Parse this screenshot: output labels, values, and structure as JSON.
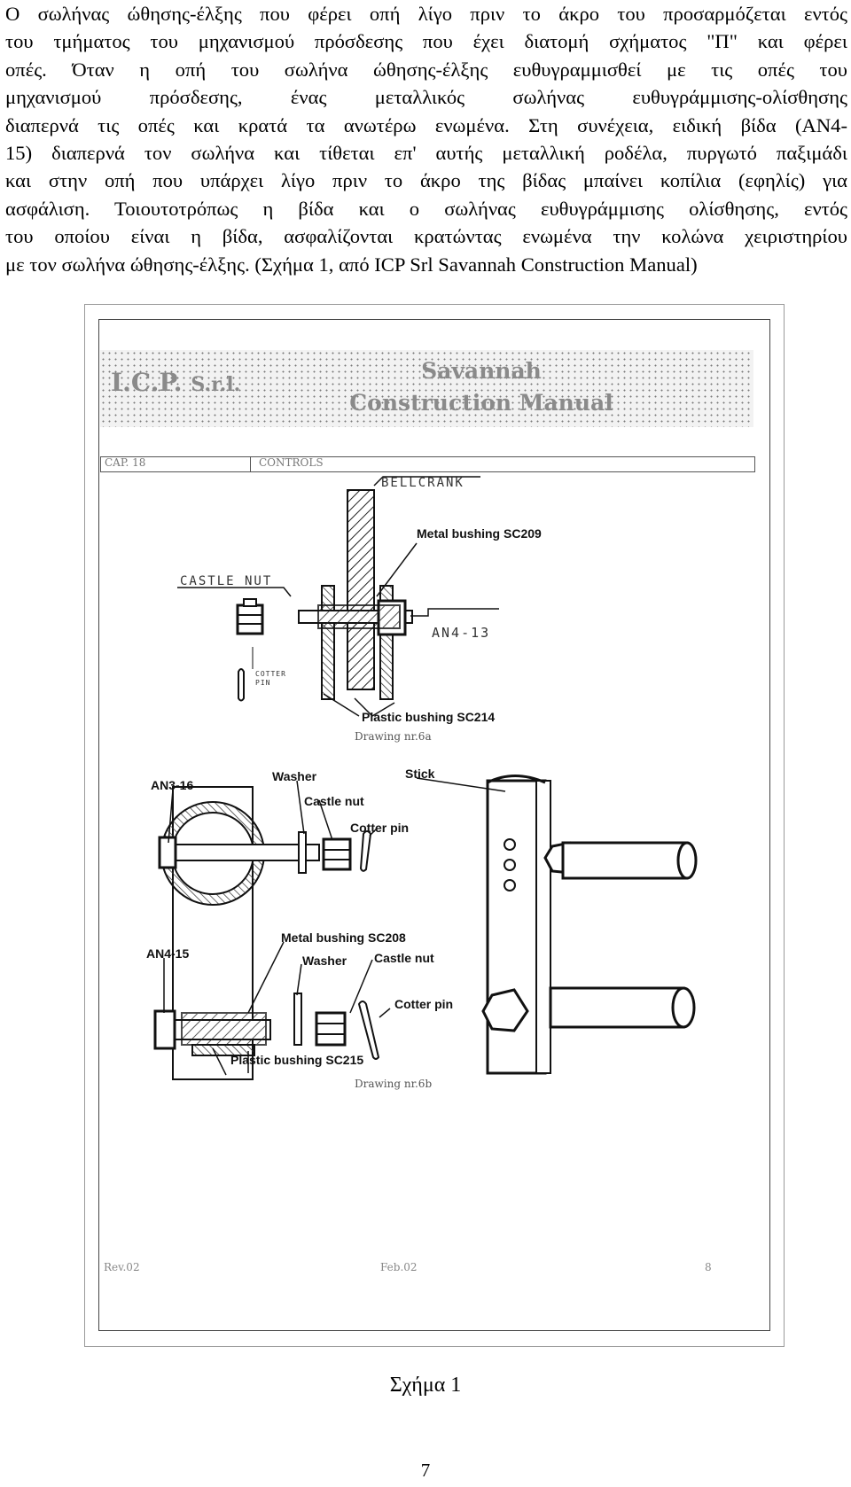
{
  "paragraph": {
    "lines": [
      "Ο σωλήνας  ώθησης-έλξης που φέρει οπή λίγο πριν το άκρο του προσαρμόζεται εντός",
      "του τμήματος του μηχανισμού πρόσδεσης που έχει διατομή σχήματος \"Π\" και φέρει",
      "οπές. Όταν η οπή του σωλήνα ώθησης-έλξης ευθυγραμμισθεί με τις οπές του",
      "μηχανισμού πρόσδεσης, ένας μεταλλικός σωλήνας ευθυγράμμισης-ολίσθησης",
      "διαπερνά τις οπές και κρατά τα ανωτέρω ενωμένα. Στη συνέχεια, ειδική βίδα (AN4-",
      "15) διαπερνά τον σωλήνα και τίθεται επ' αυτής μεταλλική ροδέλα, πυργωτό παξιμάδι",
      "και στην οπή που υπάρχει λίγο πριν το άκρο της βίδας μπαίνει κοπίλια (εφηλίς) για",
      "ασφάλιση. Τοιουτοτρόπως η βίδα και  ο σωλήνας ευθυγράμμισης ολίσθησης, εντός",
      "του οποίου είναι η βίδα, ασφαλίζονται κρατώντας ενωμένα την κολώνα χειριστηρίου",
      "με τον σωλήνα ώθησης-έλξης. (Σχήμα 1, από ICP Srl Savannah Construction Manual)"
    ]
  },
  "figure": {
    "header": {
      "logo_main": "I.C.P.",
      "logo_sub": "S.r.l.",
      "title_line1": "Savannah",
      "title_line2": "Construction Manual"
    },
    "cap_bar": {
      "left": "CAP. 18",
      "right": "CONTROLS"
    },
    "drawing_a": {
      "bellcrank": "BELLCRANK",
      "metal_bushing": "Metal bushing SC209",
      "castle_nut": "CASTLE NUT",
      "bolt": "AN4-13",
      "cotter_pin_line1": "COTTER",
      "cotter_pin_line2": "PIN",
      "plastic_bushing": "Plastic bushing SC214",
      "drawing_no": "Drawing nr.6a"
    },
    "drawing_b": {
      "bolt_top": "AN3-16",
      "washer_top": "Washer",
      "stick": "Stick",
      "castle_nut_top": "Castle nut",
      "cotter_pin_top": "Cotter pin",
      "metal_bushing": "Metal bushing SC208",
      "bolt_bottom": "AN4-15",
      "washer_bottom": "Washer",
      "castle_nut_bottom": "Castle nut",
      "cotter_pin_bottom": "Cotter pin",
      "plastic_bushing": "Plastic bushing SC215",
      "drawing_no": "Drawing nr.6b"
    },
    "footer": {
      "left": "Rev.02",
      "center": "Feb.02",
      "right": "8"
    }
  },
  "caption": "Σχήμα 1",
  "page_number": "7"
}
